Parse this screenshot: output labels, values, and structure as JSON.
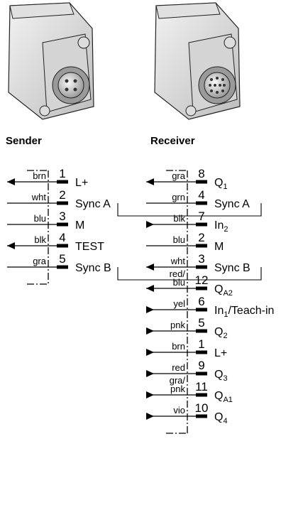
{
  "sender": {
    "title": "Sender",
    "pins": [
      {
        "wire": "brn",
        "num": "1",
        "label": "L+",
        "dir": "out"
      },
      {
        "wire": "wht",
        "num": "2",
        "label": "Sync A",
        "dir": "none"
      },
      {
        "wire": "blu",
        "num": "3",
        "label": "M",
        "dir": "none"
      },
      {
        "wire": "blk",
        "num": "4",
        "label": "TEST",
        "dir": "out"
      },
      {
        "wire": "gra",
        "num": "5",
        "label": "Sync B",
        "dir": "none"
      }
    ]
  },
  "receiver": {
    "title": "Receiver",
    "pins": [
      {
        "wire": "gra",
        "num": "8",
        "label": "Q",
        "sub": "1",
        "dir": "out"
      },
      {
        "wire": "grn",
        "num": "4",
        "label": "Sync A",
        "dir": "none"
      },
      {
        "wire": "blk",
        "num": "7",
        "label": "In",
        "sub": "2",
        "dir": "in"
      },
      {
        "wire": "blu",
        "num": "2",
        "label": "M",
        "dir": "none"
      },
      {
        "wire": "wht",
        "num": "3",
        "label": "Sync B",
        "dir": "out"
      },
      {
        "wire": "red/ blu",
        "num": "12",
        "label": "Q",
        "sub": "A2",
        "dir": "out"
      },
      {
        "wire": "yel",
        "num": "6",
        "label": "In",
        "sub": "1",
        "tail": "/Teach-in",
        "dir": "in"
      },
      {
        "wire": "pnk",
        "num": "5",
        "label": "Q",
        "sub": "2",
        "dir": "in"
      },
      {
        "wire": "brn",
        "num": "1",
        "label": "L+",
        "dir": "in"
      },
      {
        "wire": "red",
        "num": "9",
        "label": "Q",
        "sub": "3",
        "dir": "in"
      },
      {
        "wire": "gra/ pnk",
        "num": "11",
        "label": "Q",
        "sub": "A1",
        "dir": "in"
      },
      {
        "wire": "vio",
        "num": "10",
        "label": "Q",
        "sub": "4",
        "dir": "in"
      }
    ]
  },
  "icons": {
    "sender_device": "sensor-housing-4pin",
    "receiver_device": "sensor-housing-12pin"
  }
}
